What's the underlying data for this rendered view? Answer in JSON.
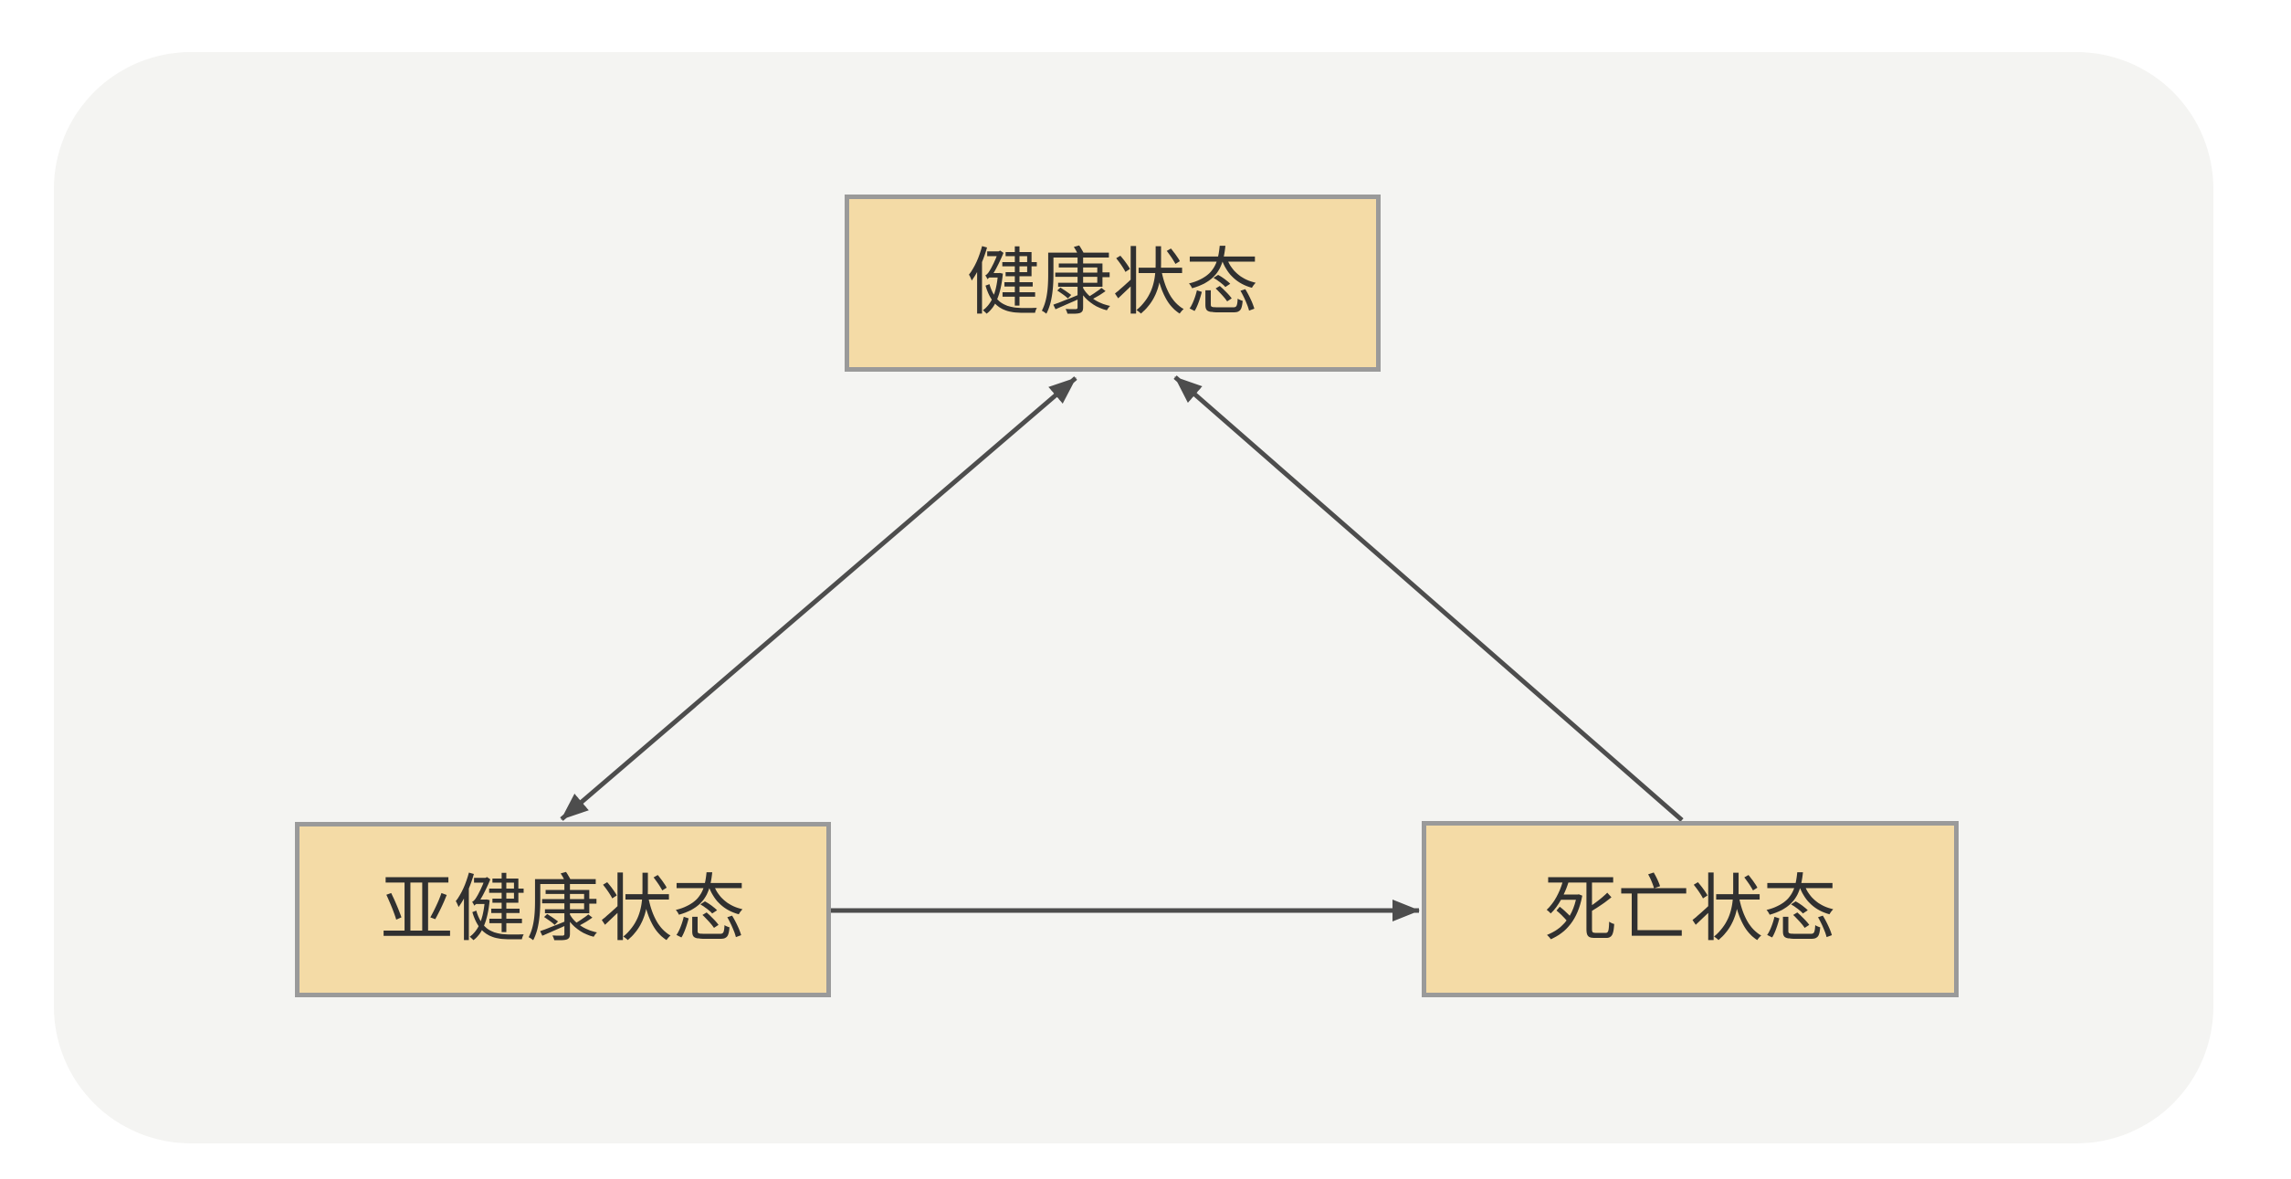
{
  "diagram": {
    "nodes": [
      {
        "id": "healthy",
        "label": "健康状态"
      },
      {
        "id": "subhealthy",
        "label": "亚健康状态"
      },
      {
        "id": "death",
        "label": "死亡状态"
      }
    ],
    "edges": [
      {
        "from": "subhealthy",
        "to": "healthy",
        "direction": "bidirectional"
      },
      {
        "from": "death",
        "to": "healthy",
        "direction": "one-way"
      },
      {
        "from": "subhealthy",
        "to": "death",
        "direction": "one-way"
      }
    ],
    "colors": {
      "node_fill": "#F4DBA6",
      "node_border": "#9A9A9A",
      "arrow": "#4D4D4D",
      "text": "#303030",
      "panel_bg": "#F4F4F2",
      "page_bg": "#FFFFFF"
    }
  }
}
